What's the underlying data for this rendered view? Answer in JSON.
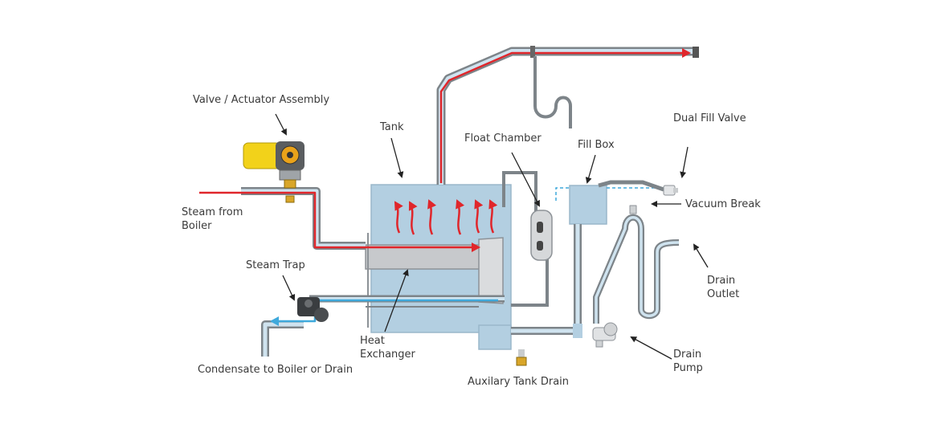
{
  "labels": {
    "valve_actuator": "Valve / Actuator Assembly",
    "tank": "Tank",
    "float_chamber": "Float Chamber",
    "fill_box": "Fill Box",
    "dual_fill_valve": "Dual Fill Valve",
    "vacuum_break": "Vacuum Break",
    "steam_from_boiler_1": "Steam from",
    "steam_from_boiler_2": "Boiler",
    "steam_trap": "Steam Trap",
    "heat_exchanger_1": "Heat",
    "heat_exchanger_2": "Exchanger",
    "drain_outlet_1": "Drain",
    "drain_outlet_2": "Outlet",
    "drain_pump_1": "Drain",
    "drain_pump_2": "Pump",
    "condensate": "Condensate to Boiler or Drain",
    "aux_tank_drain": "Auxilary Tank Drain"
  },
  "colors": {
    "steam": "#e0262b",
    "condensate": "#3fa9dc",
    "pipe_outer": "#7d8489",
    "pipe_inner": "#cfe3ef",
    "tank": "#b3cfe1",
    "actuator": "#f2d21a",
    "text": "#3a3a3a"
  }
}
